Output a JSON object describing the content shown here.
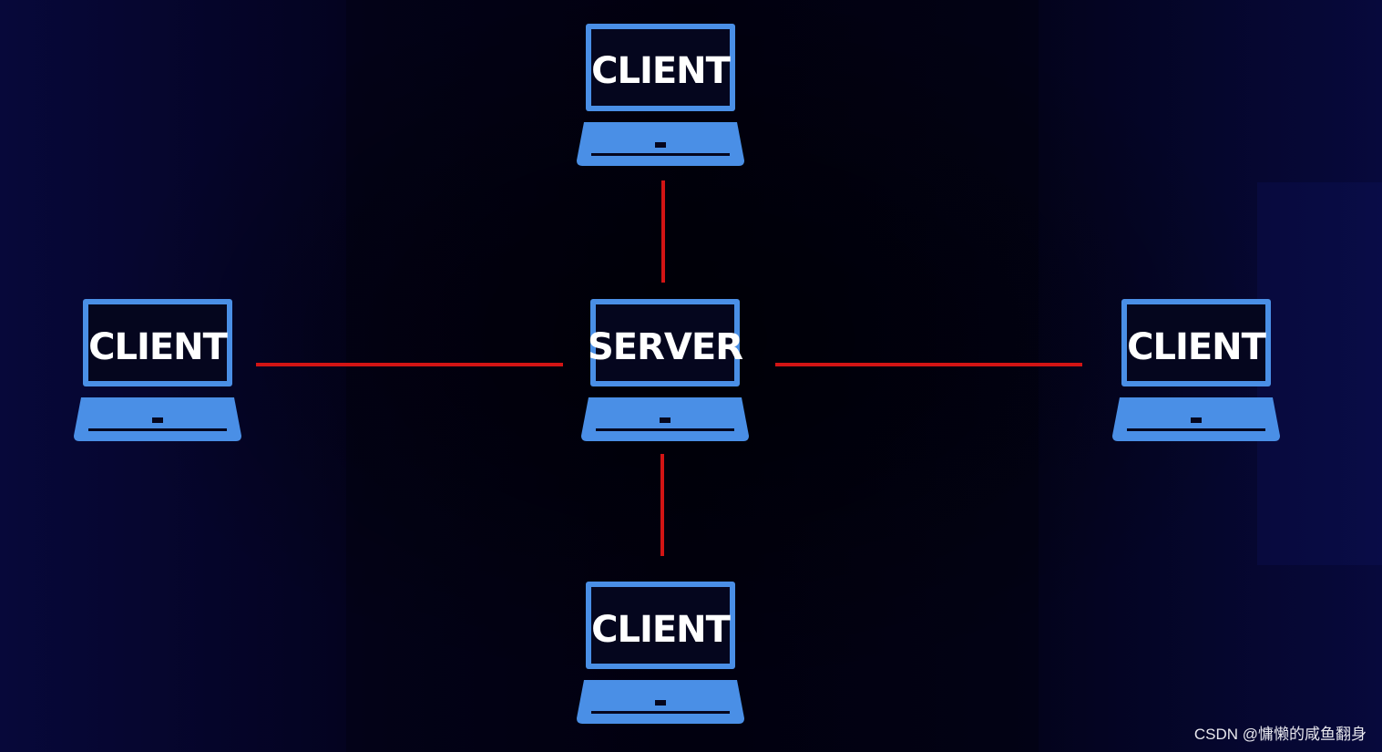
{
  "diagram": {
    "colors": {
      "background": "#05052a",
      "laptop": "#4a8fe6",
      "screen": "#05061e",
      "link": "#d21414",
      "label": "#ffffff"
    },
    "nodes": {
      "server": {
        "label": "SERVER",
        "icon": "laptop-icon"
      },
      "client_top": {
        "label": "CLIENT",
        "icon": "laptop-icon"
      },
      "client_left": {
        "label": "CLIENT",
        "icon": "laptop-icon"
      },
      "client_right": {
        "label": "CLIENT",
        "icon": "laptop-icon"
      },
      "client_bottom": {
        "label": "CLIENT",
        "icon": "laptop-icon"
      }
    },
    "links": [
      {
        "from": "server",
        "to": "client_top"
      },
      {
        "from": "server",
        "to": "client_left"
      },
      {
        "from": "server",
        "to": "client_right"
      },
      {
        "from": "server",
        "to": "client_bottom"
      }
    ]
  },
  "watermark": {
    "text": "CSDN @慵懒的咸鱼翻身"
  }
}
